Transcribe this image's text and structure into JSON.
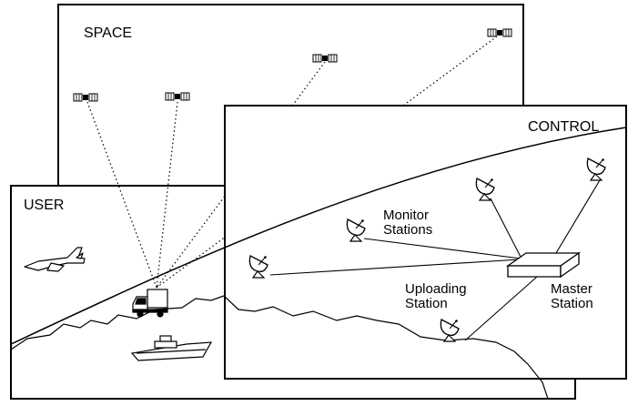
{
  "segments": {
    "space": "SPACE",
    "user": "USER",
    "control": "CONTROL"
  },
  "labels": {
    "monitor_line1": "Monitor",
    "monitor_line2": "Stations",
    "uploading_line1": "Uploading",
    "uploading_line2": "Station",
    "master_line1": "Master",
    "master_line2": "Station"
  },
  "icons": {
    "satellite": "satellite-icon",
    "dish": "dish-antenna-icon",
    "aircraft": "aircraft-icon",
    "truck": "truck-icon",
    "ship": "ship-icon",
    "master": "master-station-icon"
  },
  "colors": {
    "ink": "#000000",
    "background": "#ffffff"
  }
}
